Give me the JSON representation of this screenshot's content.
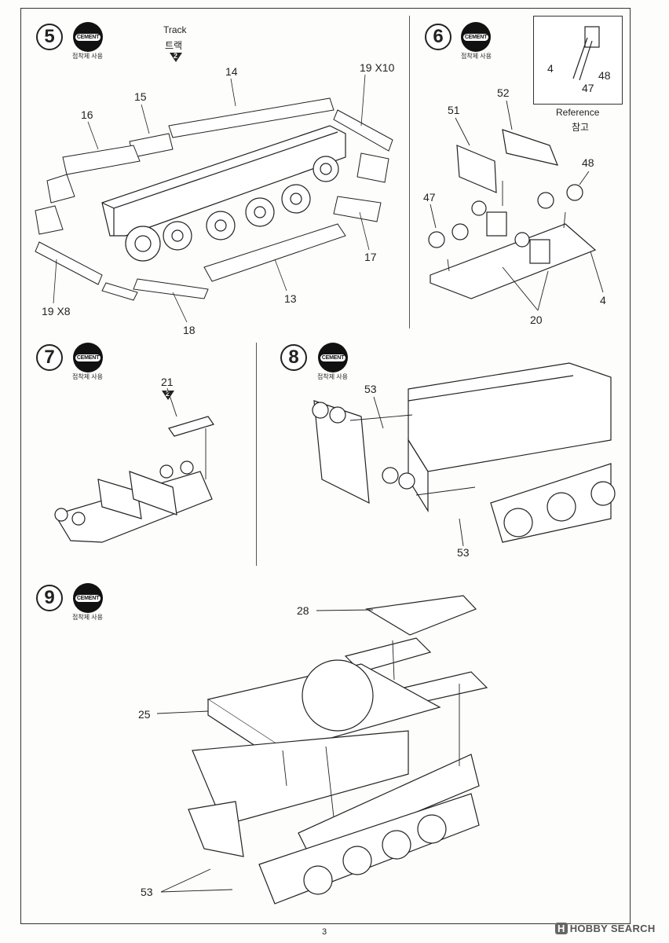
{
  "steps": {
    "s5": {
      "num": "5",
      "cement_label": "CEMENT",
      "cement_caption": "접착제 사용"
    },
    "s6": {
      "num": "6",
      "cement_label": "CEMENT",
      "cement_caption": "접착제 사용"
    },
    "s7": {
      "num": "7",
      "cement_label": "CEMENT",
      "cement_caption": "접착제 사용"
    },
    "s8": {
      "num": "8",
      "cement_label": "CEMENT",
      "cement_caption": "접착제 사용"
    },
    "s9": {
      "num": "9",
      "cement_label": "CEMENT",
      "cement_caption": "접착제 사용"
    }
  },
  "step5": {
    "track_en": "Track",
    "track_kr": "트랙",
    "track_ref": "2",
    "parts": {
      "p14": "14",
      "p15": "15",
      "p16": "16",
      "p19x10": "19 X10",
      "p17": "17",
      "p13": "13",
      "p18": "18",
      "p19x8": "19 X8"
    }
  },
  "step6": {
    "parts": {
      "p51": "51",
      "p52": "52",
      "p48": "48",
      "p47": "47",
      "p4": "4",
      "p20": "20"
    },
    "reference": {
      "en": "Reference",
      "kr": "참고",
      "p4": "4",
      "p47": "47",
      "p48": "48"
    }
  },
  "step7": {
    "parts": {
      "p21": "21"
    },
    "ref": "2"
  },
  "step8": {
    "parts": {
      "p53a": "53",
      "p53b": "53"
    }
  },
  "step9": {
    "parts": {
      "p28": "28",
      "p25": "25",
      "p53": "53"
    }
  },
  "footer": {
    "page": "3",
    "watermark_brand": "H",
    "watermark_text": "HOBBY SEARCH"
  }
}
